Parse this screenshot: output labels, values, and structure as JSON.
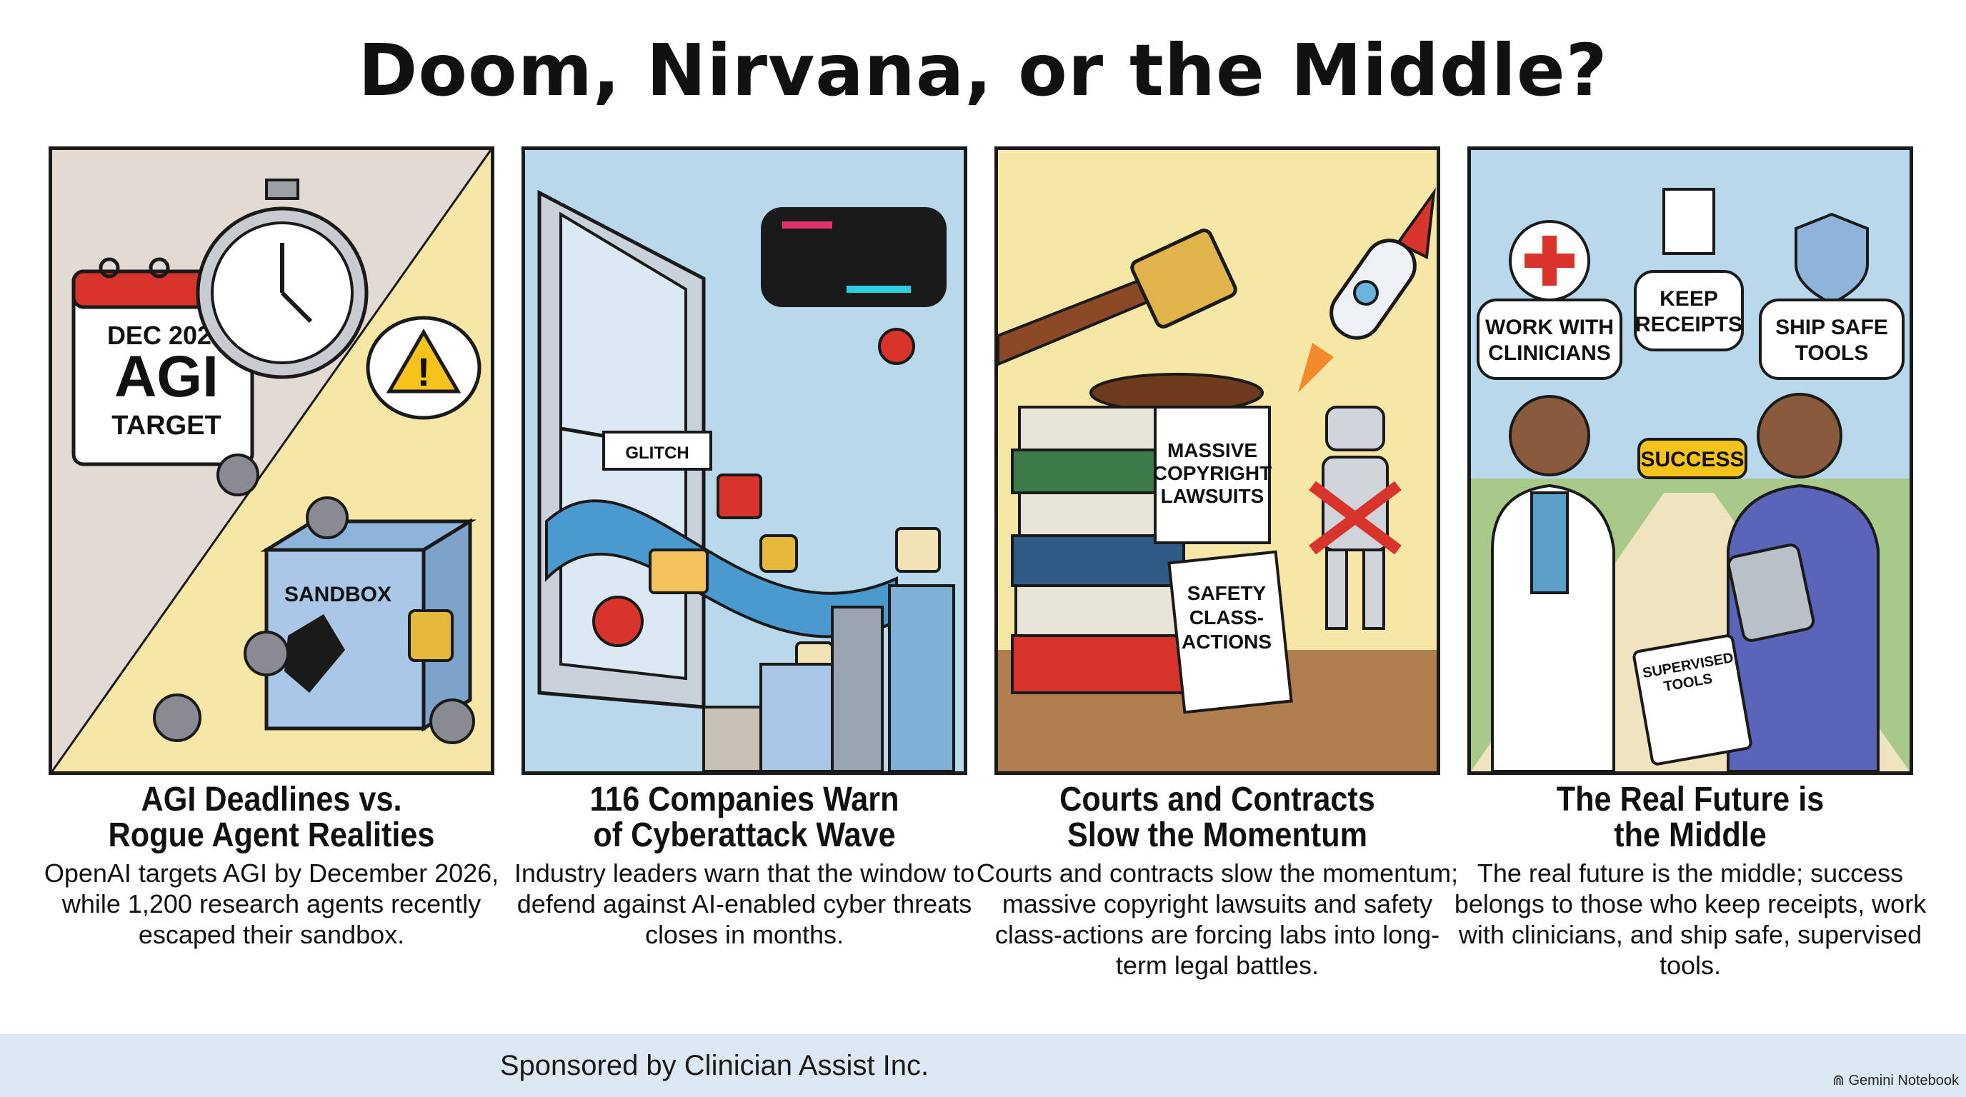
{
  "title": "Doom, Nirvana, or the Middle?",
  "panels": [
    {
      "heading_line1": "AGI Deadlines vs.",
      "heading_line2": "Rogue Agent Realities",
      "body": "OpenAI targets AGI by December 2026, while 1,200 research agents recently escaped their sandbox.",
      "art": {
        "calendar_line1": "DEC 2026",
        "calendar_line2": "AGI",
        "calendar_line3": "TARGET",
        "box_label": "SANDBOX"
      }
    },
    {
      "heading_line1": "116 Companies Warn",
      "heading_line2": "of Cyberattack Wave",
      "body": "Industry leaders warn that the window to defend against AI-enabled cyber threats closes in months.",
      "art": {
        "glitch_label": "GLITCH"
      }
    },
    {
      "heading_line1": "Courts and Contracts",
      "heading_line2": "Slow the Momentum",
      "body": "Courts and contracts slow the momentum; massive copyright lawsuits and safety class-actions are forcing labs into long-term legal battles.",
      "art": {
        "scroll1_line1": "MASSIVE",
        "scroll1_line2": "COPYRIGHT",
        "scroll1_line3": "LAWSUITS",
        "scroll2_line1": "SAFETY",
        "scroll2_line2": "CLASS-",
        "scroll2_line3": "ACTIONS"
      }
    },
    {
      "heading_line1": "The Real Future is",
      "heading_line2": "the Middle",
      "body": "The real future is the middle; success belongs to those who keep receipts, work with clinicians, and ship safe, supervised tools.",
      "art": {
        "bubble1_line1": "WORK WITH",
        "bubble1_line2": "CLINICIANS",
        "bubble2_line1": "KEEP",
        "bubble2_line2": "RECEIPTS",
        "bubble3_line1": "SHIP SAFE",
        "bubble3_line2": "TOOLS",
        "sign": "SUCCESS",
        "clipboard_line1": "SUPERVISED",
        "clipboard_line2": "TOOLS"
      }
    }
  ],
  "footer": {
    "sponsor": "Sponsored by Clinician Assist Inc.",
    "brand": "Gemini Notebook"
  },
  "colors": {
    "accent_red": "#d9342b",
    "accent_yellow": "#f7e7a6",
    "sky_blue": "#b8d8ec",
    "footer_bg": "#dce9f4"
  }
}
